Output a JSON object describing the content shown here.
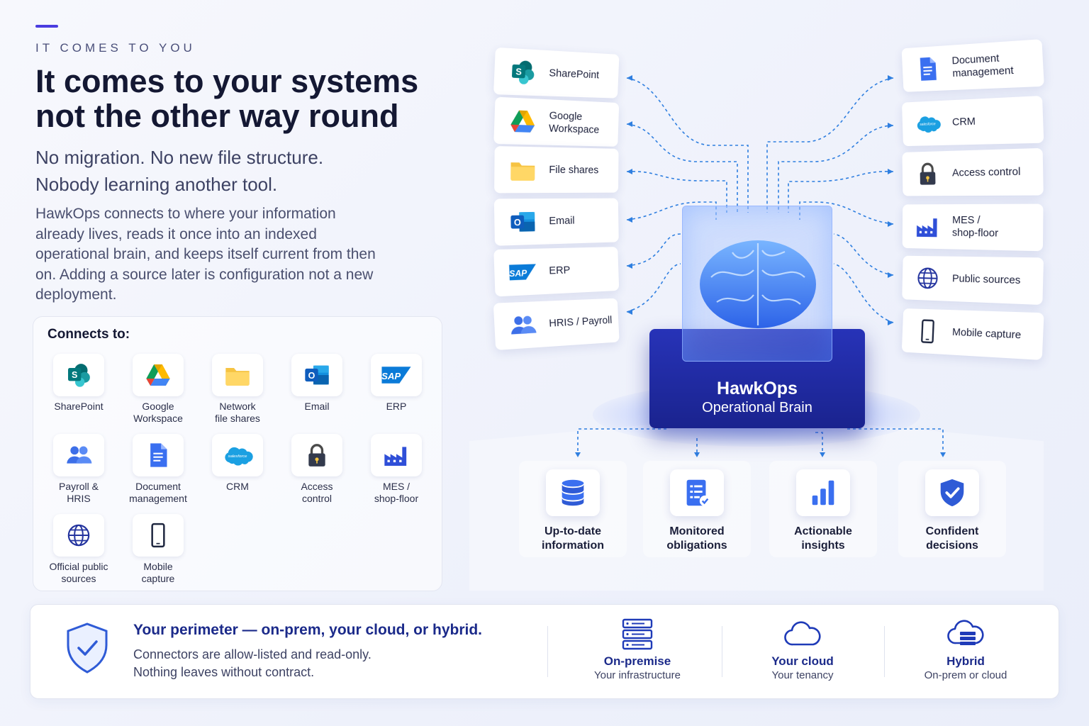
{
  "header": {
    "eyebrow": "IT COMES TO YOU",
    "headline_line1": "It comes to your systems",
    "headline_line2": "not the other way round",
    "subhead_line1": "No migration. No new file structure.",
    "subhead_line2": "Nobody learning another tool.",
    "body": "HawkOps connects to where your information already lives, reads it once into an indexed operational brain, and keeps itself current from then on. Adding a source later is configuration not a new deployment."
  },
  "connects": {
    "title": "Connects to:",
    "tiles": [
      {
        "line1": "SharePoint",
        "line2": "",
        "icon": "sharepoint-icon"
      },
      {
        "line1": "Google",
        "line2": "Workspace",
        "icon": "google-drive-icon"
      },
      {
        "line1": "Network",
        "line2": "file shares",
        "icon": "folder-icon"
      },
      {
        "line1": "Email",
        "line2": "",
        "icon": "outlook-icon"
      },
      {
        "line1": "ERP",
        "line2": "",
        "icon": "sap-icon"
      },
      {
        "line1": "Payroll &",
        "line2": "HRIS",
        "icon": "people-icon"
      },
      {
        "line1": "Document",
        "line2": "management",
        "icon": "document-icon"
      },
      {
        "line1": "CRM",
        "line2": "",
        "icon": "salesforce-icon"
      },
      {
        "line1": "Access",
        "line2": "control",
        "icon": "lock-icon"
      },
      {
        "line1": "MES /",
        "line2": "shop-floor",
        "icon": "factory-icon"
      },
      {
        "line1": "Official public",
        "line2": "sources",
        "icon": "globe-icon"
      },
      {
        "line1": "Mobile",
        "line2": "capture",
        "icon": "mobile-icon"
      }
    ]
  },
  "diagram": {
    "left_sources": [
      {
        "line1": "SharePoint",
        "line2": "",
        "icon": "sharepoint-icon"
      },
      {
        "line1": "Google",
        "line2": "Workspace",
        "icon": "google-drive-icon"
      },
      {
        "line1": "File shares",
        "line2": "",
        "icon": "folder-icon"
      },
      {
        "line1": "Email",
        "line2": "",
        "icon": "outlook-icon"
      },
      {
        "line1": "ERP",
        "line2": "",
        "icon": "sap-icon"
      },
      {
        "line1": "HRIS / Payroll",
        "line2": "",
        "icon": "people-icon"
      }
    ],
    "right_sources": [
      {
        "line1": "Document",
        "line2": "management",
        "icon": "document-icon"
      },
      {
        "line1": "CRM",
        "line2": "",
        "icon": "salesforce-icon"
      },
      {
        "line1": "Access control",
        "line2": "",
        "icon": "lock-icon"
      },
      {
        "line1": "MES /",
        "line2": "shop-floor",
        "icon": "factory-icon"
      },
      {
        "line1": "Public sources",
        "line2": "",
        "icon": "globe-icon"
      },
      {
        "line1": "Mobile capture",
        "line2": "",
        "icon": "mobile-icon"
      }
    ],
    "brain": {
      "name": "HawkOps",
      "subtitle": "Operational Brain"
    },
    "outcomes": [
      {
        "line1": "Up-to-date",
        "line2": "information",
        "icon": "database-icon"
      },
      {
        "line1": "Monitored",
        "line2": "obligations",
        "icon": "checklist-icon"
      },
      {
        "line1": "Actionable",
        "line2": "insights",
        "icon": "bar-chart-icon"
      },
      {
        "line1": "Confident",
        "line2": "decisions",
        "icon": "shield-check-icon"
      }
    ]
  },
  "perimeter": {
    "title": "Your perimeter — on-prem, your cloud, or hybrid.",
    "line1": "Connectors are allow-listed and read-only.",
    "line2": "Nothing leaves without contract.",
    "options": [
      {
        "title": "On-premise",
        "subtitle": "Your infrastructure",
        "icon": "server-icon"
      },
      {
        "title": "Your cloud",
        "subtitle": "Your tenancy",
        "icon": "cloud-icon"
      },
      {
        "title": "Hybrid",
        "subtitle": "On-prem or cloud",
        "icon": "hybrid-cloud-icon"
      }
    ]
  },
  "colors": {
    "accent": "#4a3de0",
    "brand_blue": "#1f2ea8",
    "link_blue": "#2f7fe0",
    "heading_dark": "#141833"
  }
}
